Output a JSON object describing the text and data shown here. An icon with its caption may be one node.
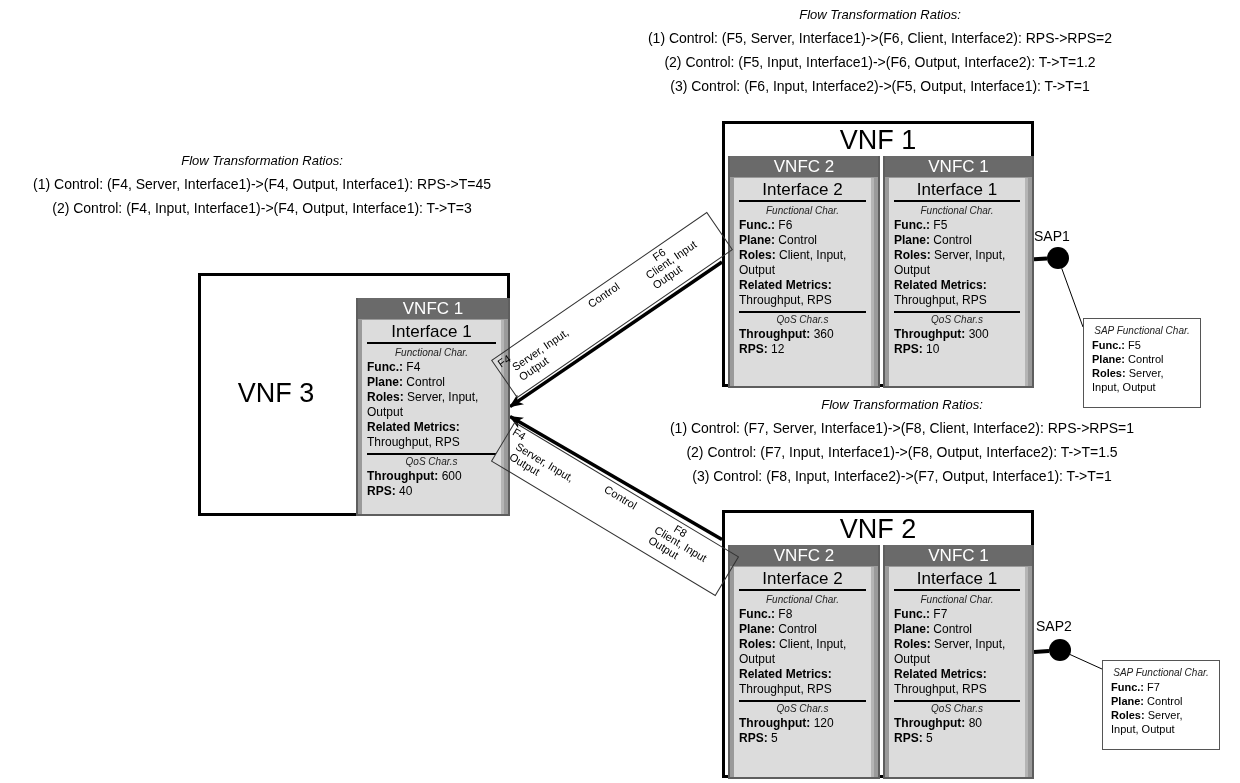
{
  "diagram": {
    "nodes": [
      {
        "text": [
          "VNF 1"
        ]
      },
      {
        "text": [
          "VNFC 2"
        ],
        "in": 0
      },
      {
        "text": [
          "Interface 2",
          "Functional Char.",
          "**Func.:** F6",
          "**Plane:** Control",
          "**Roles:** Client, Input, Output",
          "**Related Metrics:** Throughput, RPS",
          "QoS Char.s",
          "**Throughput:** 360",
          "**RPS:** 12"
        ],
        "in": 1
      },
      {
        "text": [
          "VNFC 1"
        ],
        "in": 0
      },
      {
        "text": [
          "Interface 1",
          "Functional Char.",
          "**Func.:** F5",
          "**Plane:** Control",
          "**Roles:** Server, Input, Output",
          "**Related Metrics:** Throughput, RPS",
          "QoS Char.s",
          "**Throughput:** 300",
          "**RPS:** 10"
        ],
        "in": 3
      },
      {
        "text": [],
        "shape": "circle"
      },
      {
        "text": [
          "SAP Functional Char.",
          "**Func.:** F5",
          "**Plane:** Control",
          "**Roles:** Server, Input, Output"
        ]
      },
      {
        "text": [
          "VNF 2"
        ]
      },
      {
        "text": [
          "VNFC 2"
        ],
        "in": 7
      },
      {
        "text": [
          "Interface 2",
          "Functional Char.",
          "**Func.:** F8",
          "**Plane:** Control",
          "**Roles:** Client, Input, Output",
          "**Related Metrics:** Throughput, RPS",
          "QoS Char.s",
          "**Throughput:** 120",
          "**RPS:** 5"
        ],
        "in": 8
      },
      {
        "text": [
          "VNFC 1"
        ],
        "in": 7
      },
      {
        "text": [
          "Interface 1",
          "Functional Char.",
          "**Func.:** F7",
          "**Plane:** Control",
          "**Roles:** Server, Input, Output",
          "**Related Metrics:** Throughput, RPS",
          "QoS Char.s",
          "**Throughput:** 80",
          "**RPS:** 5"
        ],
        "in": 10
      },
      {
        "text": [],
        "shape": "circle"
      },
      {
        "text": [
          "SAP Functional Char.",
          "**Func.:** F7",
          "**Plane:** Control",
          "**Roles:** Server, Input, Output"
        ]
      },
      {
        "text": [
          "VNF 3"
        ]
      },
      {
        "text": [
          "VNFC 1"
        ],
        "in": 14
      },
      {
        "text": [
          "Interface 1",
          "Functional Char.",
          "**Func.:** F4",
          "**Plane:** Control",
          "**Roles:** Server, Input, Output",
          "**Related Metrics:** Throughput, RPS",
          "QoS Char.s",
          "**Throughput:** 600",
          "**RPS:** 40"
        ],
        "in": 15
      }
    ],
    "edges": [
      {
        "from": 0,
        "to": 14,
        "arrow": "to"
      },
      {
        "from": 7,
        "to": 14,
        "arrow": "to"
      },
      {
        "from": 0,
        "to": 5,
        "arrow": "none"
      },
      {
        "from": 5,
        "to": 6,
        "arrow": "none"
      },
      {
        "from": 7,
        "to": 12,
        "arrow": "none"
      },
      {
        "from": 12,
        "to": 13,
        "arrow": "none"
      }
    ],
    "labels": [
      "Flow Transformation Ratios:",
      "(1) Control: (F5, Server, Interface1)->(F6, Client, Interface2): RPS->RPS=2",
      "(2) Control: (F5, Input, Interface1)->(F6, Output, Interface2): T->T=1.2",
      "(3) Control: (F6, Input, Interface2)->(F5, Output, Interface1): T->T=1",
      "Flow Transformation Ratios:",
      "(1) Control: (F4, Server, Interface1)->(F4, Output, Interface1): RPS->T=45",
      "(2) Control: (F4, Input, Interface1)->(F4, Output, Interface1): T->T=3",
      "SAP1",
      "F4",
      "Server, Input, Output",
      "Control",
      "F6",
      "Client, Input Output",
      "Flow Transformation Ratios:",
      "(1) Control: (F7, Server, Interface1)->(F8, Client, Interface2): RPS->RPS=1",
      "(2) Control: (F7, Input, Interface1)->(F8, Output, Interface2): T->T=1.5",
      "(3) Control: (F8, Input, Interface2)->(F7, Output, Interface1): T->T=1",
      "F4",
      "Server, Input, Output",
      "Control",
      "F8",
      "Client, Input Output",
      "SAP2"
    ]
  }
}
